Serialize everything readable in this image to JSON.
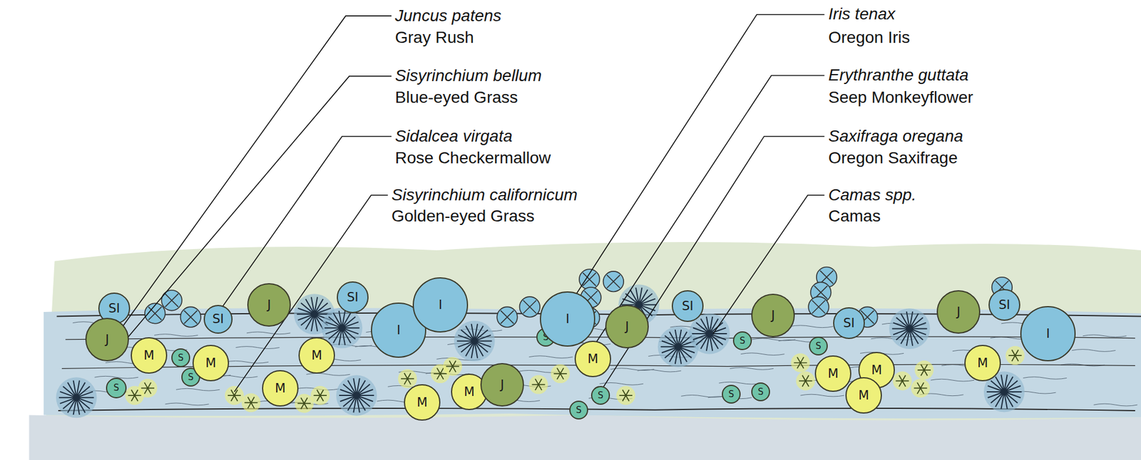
{
  "diagram": {
    "nodes": [
      {
        "text": [
          "SI"
        ]
      },
      {
        "text": [
          "J"
        ]
      },
      {
        "text": [
          "S"
        ]
      },
      {
        "text": [
          "M"
        ]
      },
      {
        "text": [
          "S"
        ]
      },
      {
        "text": [
          "S"
        ]
      },
      {
        "text": [
          "M"
        ]
      },
      {
        "text": [
          "SI"
        ]
      },
      {
        "text": [
          "J"
        ]
      },
      {
        "text": [
          "M"
        ]
      },
      {
        "text": [
          "M"
        ]
      },
      {
        "text": [
          "SI"
        ]
      },
      {
        "text": [
          "I"
        ]
      },
      {
        "text": [
          "M"
        ]
      },
      {
        "text": [
          "I"
        ]
      },
      {
        "text": [
          "M"
        ]
      },
      {
        "text": [
          "J"
        ]
      },
      {
        "text": [
          "S"
        ]
      },
      {
        "text": [
          "I"
        ]
      },
      {
        "text": [
          "S"
        ]
      },
      {
        "text": [
          "M"
        ]
      },
      {
        "text": [
          "S"
        ]
      },
      {
        "text": [
          "J"
        ]
      },
      {
        "text": [
          "SI"
        ]
      },
      {
        "text": [
          "S"
        ]
      },
      {
        "text": [
          "S"
        ]
      },
      {
        "text": [
          "S"
        ]
      },
      {
        "text": [
          "J"
        ]
      },
      {
        "text": [
          "S"
        ]
      },
      {
        "text": [
          "M"
        ]
      },
      {
        "text": [
          "SI"
        ]
      },
      {
        "text": [
          "M"
        ]
      },
      {
        "text": [
          "M"
        ]
      },
      {
        "text": [
          "J"
        ]
      },
      {
        "text": [
          "M"
        ]
      },
      {
        "text": [
          "SI"
        ]
      },
      {
        "text": [
          "I"
        ]
      }
    ],
    "labels": [
      "Juncus patens",
      "Gray Rush",
      "Sisyrinchium bellum",
      "Blue-eyed Grass",
      "Sidalcea virgata",
      "Rose Checkermallow",
      "Sisyrinchium californicum",
      "Golden-eyed Grass",
      "Iris tenax",
      "Oregon Iris",
      "Erythranthe guttata",
      "Seep Monkeyflower",
      "Saxifraga oregana",
      "Oregon Saxifrage",
      "Camas spp.",
      "Camas"
    ]
  }
}
